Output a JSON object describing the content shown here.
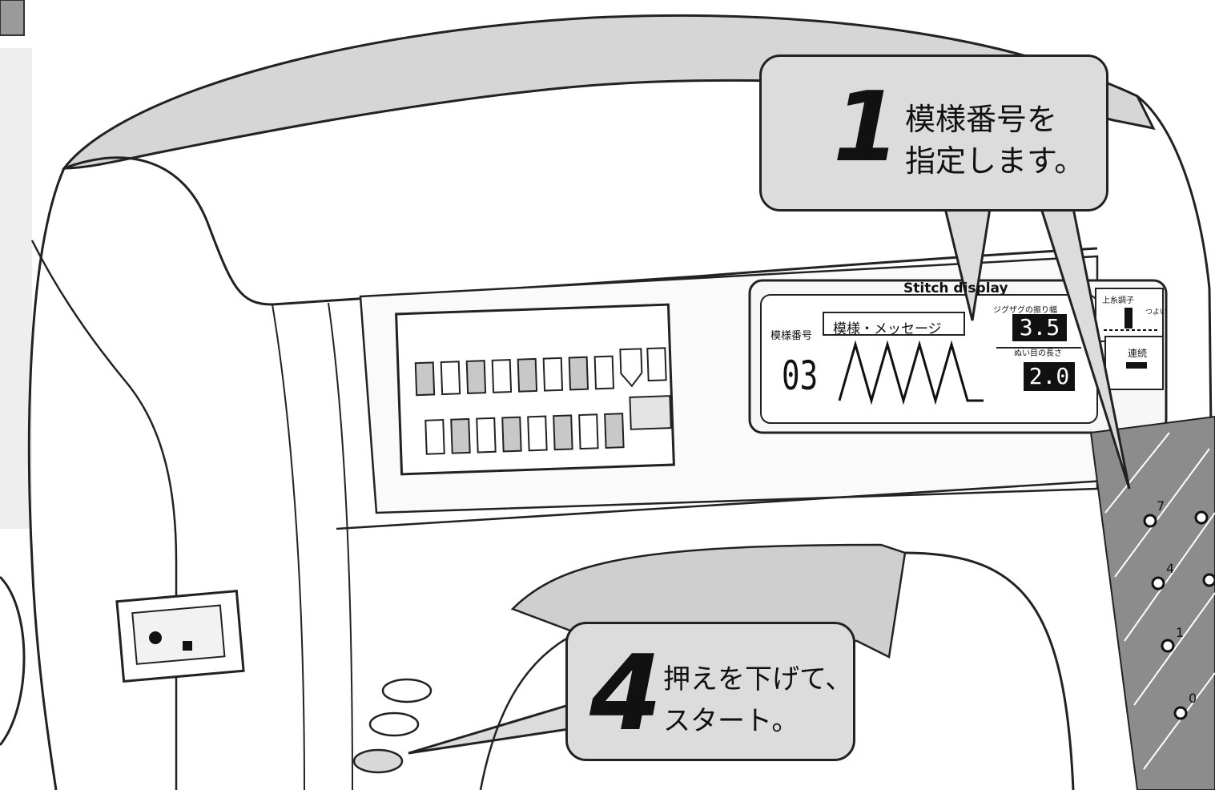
{
  "callout1": {
    "number": "1",
    "line1": "模様番号を",
    "line2": "指定します。"
  },
  "callout4": {
    "number": "4",
    "line1": "押えを下げて、",
    "line2": "スタート。"
  },
  "lcd": {
    "title": "Stitch display",
    "pattern_no_label": "模様番号",
    "pattern_name": "模様・メッセージ",
    "pattern_number": "03",
    "width_label": "ジグザグの振り幅",
    "width_value": "3.5",
    "length_label": "ぬい目の長さ",
    "length_value": "2.0",
    "tension_label": "上糸調子",
    "tension_sub": "つよい",
    "continuous_label": "連続"
  },
  "tension_dial": {
    "marks": [
      "7",
      "4",
      "1",
      "0"
    ]
  },
  "colors": {
    "panel_gray": "#d9d9d9",
    "dark_gray": "#8a8a8a",
    "ink": "#111111"
  }
}
